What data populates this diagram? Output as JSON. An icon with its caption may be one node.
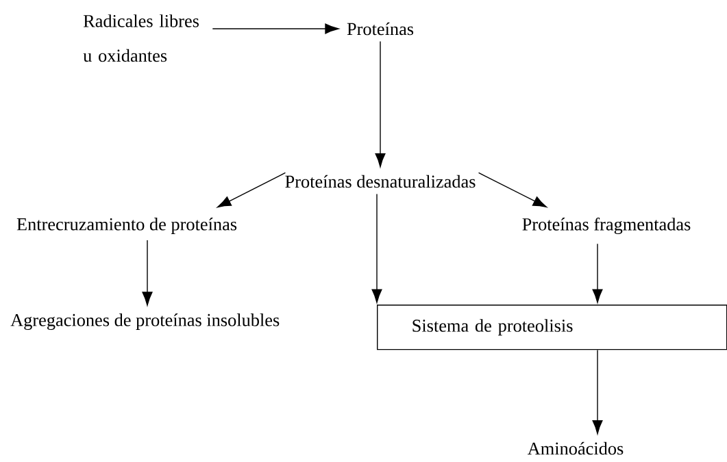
{
  "diagram": {
    "nodes": [
      {
        "text": [
          "Radicales libres u oxidantes"
        ]
      },
      {
        "text": [
          "Proteínas"
        ]
      },
      {
        "text": [
          "Proteínas desnaturalizadas"
        ]
      },
      {
        "text": [
          "Entrecruzamiento de proteínas"
        ]
      },
      {
        "text": [
          "Proteínas fragmentadas"
        ]
      },
      {
        "text": [
          "Agregaciones de proteínas insolubles"
        ]
      },
      {
        "text": [
          "Sistema de proteolisis"
        ]
      },
      {
        "text": [
          "Aminoácidos"
        ]
      }
    ],
    "edges": [
      {
        "from": 0,
        "to": 1,
        "arrow": "to"
      },
      {
        "from": 1,
        "to": 2,
        "arrow": "to"
      },
      {
        "from": 2,
        "to": 3,
        "arrow": "to"
      },
      {
        "from": 2,
        "to": 6,
        "arrow": "to"
      },
      {
        "from": 2,
        "to": 4,
        "arrow": "to"
      },
      {
        "from": 3,
        "to": 5,
        "arrow": "to"
      },
      {
        "from": 4,
        "to": 6,
        "arrow": "to"
      },
      {
        "from": 6,
        "to": 7,
        "arrow": "to"
      }
    ]
  }
}
